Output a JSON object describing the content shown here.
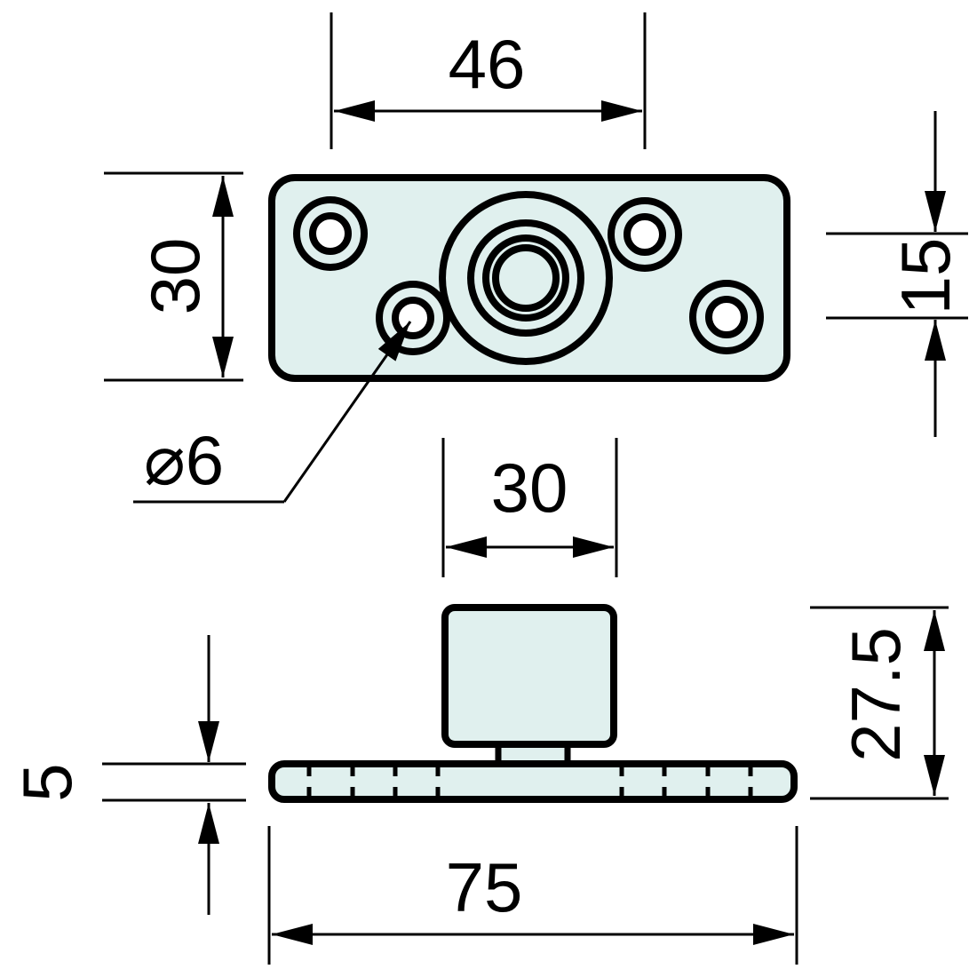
{
  "diagram": {
    "colors": {
      "background": "#ffffff",
      "part_fill": "#e0f0ee",
      "hole_fill": "#ffffff",
      "line": "#000000"
    },
    "top_view": {
      "dims": {
        "hole_spacing_horizontal": "46",
        "plate_height": "30",
        "hole_row_spacing": "15",
        "hole_diameter": "⌀6"
      }
    },
    "front_view": {
      "dims": {
        "boss_width": "30",
        "overall_height": "27.5",
        "base_thickness": "5",
        "base_width": "75"
      }
    }
  }
}
